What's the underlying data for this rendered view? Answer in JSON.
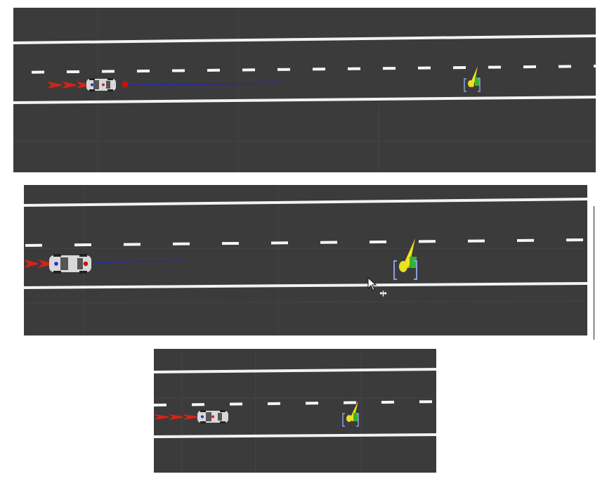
{
  "views": [
    {
      "name": "view-top"
    },
    {
      "name": "view-middle"
    },
    {
      "name": "view-bottom"
    }
  ],
  "colors": {
    "road": "#3b3b3b",
    "lane_marking": "#f2f2f2",
    "planned_path": "#2424c8",
    "trajectory_arrows": "#d42318",
    "goal_cone": "#f2e21a",
    "goal_marker": "#2fb52f",
    "goal_bracket": "#8d9fe0",
    "ego_car_body": "#d8d8d8"
  },
  "icons": {
    "ego_vehicle": "car-icon",
    "trajectory": "arrow-icon",
    "goal": "goal-pose-icon",
    "cursor": "mouse-pointer-icon",
    "move_tool": "move-cross-icon"
  }
}
